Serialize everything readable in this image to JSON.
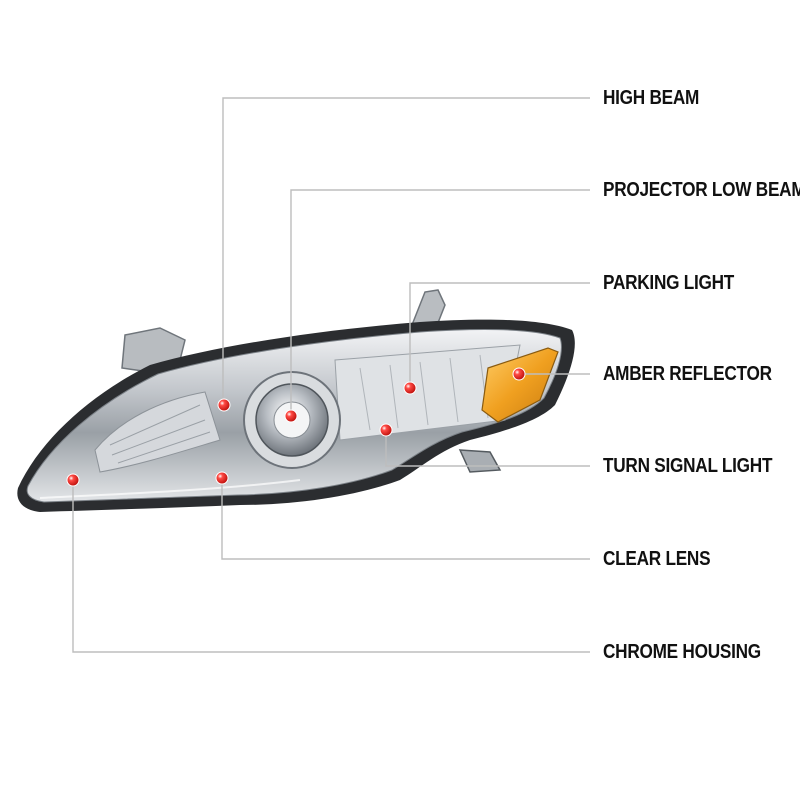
{
  "colors": {
    "leader_line": "#bdbdbd",
    "marker": "#e0201c",
    "amber": "#f0a020",
    "chrome": "#c9ccd0",
    "label_text": "#111111"
  },
  "callouts": [
    {
      "id": "high-beam",
      "label": "HIGH BEAM"
    },
    {
      "id": "projector-low-beam",
      "label": "PROJECTOR LOW BEAM"
    },
    {
      "id": "parking-light",
      "label": "PARKING LIGHT"
    },
    {
      "id": "amber-reflector",
      "label": "AMBER REFLECTOR"
    },
    {
      "id": "turn-signal-light",
      "label": "TURN SIGNAL LIGHT"
    },
    {
      "id": "clear-lens",
      "label": "CLEAR LENS"
    },
    {
      "id": "chrome-housing",
      "label": "CHROME HOUSING"
    }
  ]
}
